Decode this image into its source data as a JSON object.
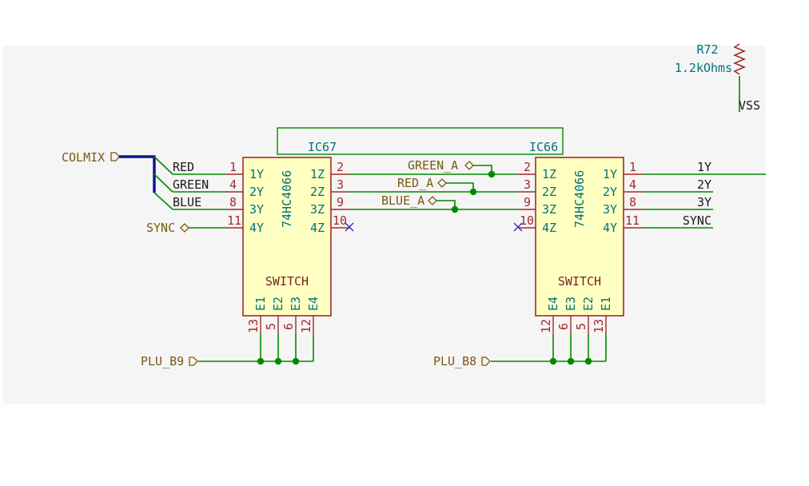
{
  "colors": {
    "sheet_bg": "#f5f5f5",
    "wire": "#008a00",
    "bus": "#0a1a8a",
    "component_fill": "#ffffc2",
    "component_outline": "#a52a2a",
    "pin_name": "#00727a",
    "pin_number": "#a52a2a"
  },
  "resistor": {
    "ref": "R72",
    "value": "1.2kOhms",
    "power_label": "VSS"
  },
  "global_labels": {
    "colmix": "COLMIX",
    "sync": "SYNC",
    "plu_b9": "PLU_B9",
    "plu_b8": "PLU_B8",
    "green_a": "GREEN_A",
    "red_a": "RED_A",
    "blue_a": "BLUE_A"
  },
  "bus_entries": {
    "red": "RED",
    "green": "GREEN",
    "blue": "BLUE"
  },
  "output_labels": {
    "y1": "1Y",
    "y2": "2Y",
    "y3": "3Y",
    "sync": "SYNC"
  },
  "ic67": {
    "ref": "IC67",
    "value": "74HC4066",
    "title": "SWITCH",
    "left_pins": [
      {
        "num": "1",
        "name": "1Y"
      },
      {
        "num": "4",
        "name": "2Y"
      },
      {
        "num": "8",
        "name": "3Y"
      },
      {
        "num": "11",
        "name": "4Y"
      }
    ],
    "right_pins": [
      {
        "num": "2",
        "name": "1Z"
      },
      {
        "num": "3",
        "name": "2Z"
      },
      {
        "num": "9",
        "name": "3Z"
      },
      {
        "num": "10",
        "name": "4Z"
      }
    ],
    "bottom_pins": [
      {
        "num": "13",
        "name": "E1"
      },
      {
        "num": "5",
        "name": "E2"
      },
      {
        "num": "6",
        "name": "E3"
      },
      {
        "num": "12",
        "name": "E4"
      }
    ]
  },
  "ic66": {
    "ref": "IC66",
    "value": "74HC4066",
    "title": "SWITCH",
    "left_pins": [
      {
        "num": "2",
        "name": "1Z"
      },
      {
        "num": "3",
        "name": "2Z"
      },
      {
        "num": "9",
        "name": "3Z"
      },
      {
        "num": "10",
        "name": "4Z"
      }
    ],
    "right_pins": [
      {
        "num": "1",
        "name": "1Y"
      },
      {
        "num": "4",
        "name": "2Y"
      },
      {
        "num": "8",
        "name": "3Y"
      },
      {
        "num": "11",
        "name": "4Y"
      }
    ],
    "bottom_pins": [
      {
        "num": "12",
        "name": "E4"
      },
      {
        "num": "6",
        "name": "E3"
      },
      {
        "num": "5",
        "name": "E2"
      },
      {
        "num": "13",
        "name": "E1"
      }
    ]
  }
}
